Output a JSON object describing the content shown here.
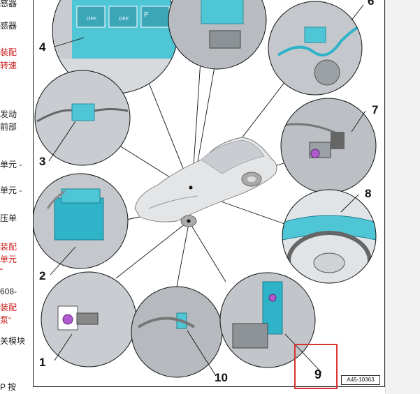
{
  "sidebar": {
    "lines": [
      {
        "text": "感器",
        "color": "black"
      },
      {
        "text": "感器",
        "color": "black"
      },
      {
        "text": "装配",
        "color": "red"
      },
      {
        "text": "转速",
        "color": "red"
      },
      {
        "text": "发动",
        "color": "black"
      },
      {
        "text": "前部",
        "color": "black"
      },
      {
        "text": "单元 -",
        "color": "black"
      },
      {
        "text": "单元 -",
        "color": "black"
      },
      {
        "text": "压单",
        "color": "black"
      },
      {
        "text": "装配",
        "color": "red"
      },
      {
        "text": "单元",
        "color": "red"
      },
      {
        "text": "“",
        "color": "red"
      },
      {
        "text": "608-",
        "color": "black"
      },
      {
        "text": "装配",
        "color": "red"
      },
      {
        "text": "泵“",
        "color": "red"
      },
      {
        "text": "关模块",
        "color": "black"
      },
      {
        "text": "P 按",
        "color": "black"
      }
    ]
  },
  "figure": {
    "callouts": [
      "1",
      "2",
      "3",
      "4",
      "6",
      "7",
      "8",
      "9",
      "10"
    ],
    "switch_labels": [
      "OFF",
      "OFF",
      "P"
    ],
    "code": "A45-10363",
    "highlight_label": "9"
  },
  "colors": {
    "component_cyan": "#2fb3c9",
    "highlight_red": "#d9352e",
    "connector_violet": "#b05ad0"
  }
}
